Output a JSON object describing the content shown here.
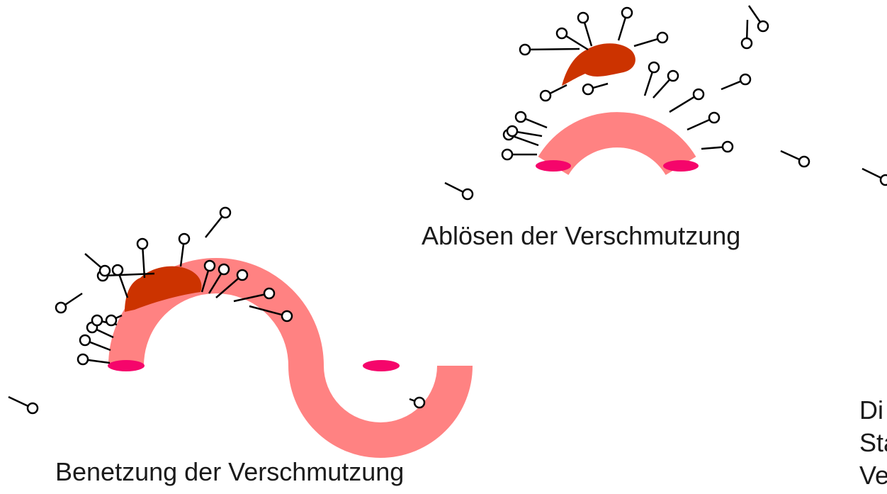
{
  "colors": {
    "tube": "#ff8282",
    "tube_end": "#f5056b",
    "dirt": "#cc3300",
    "line": "#000000",
    "text": "#1a1a1a"
  },
  "captions": {
    "benetzung": "Benetzung der Verschmutzung",
    "abloesen": "Ablösen der Verschmutzung"
  },
  "cutoff_text_lines": [
    "Di",
    "Sta",
    "Ve"
  ]
}
